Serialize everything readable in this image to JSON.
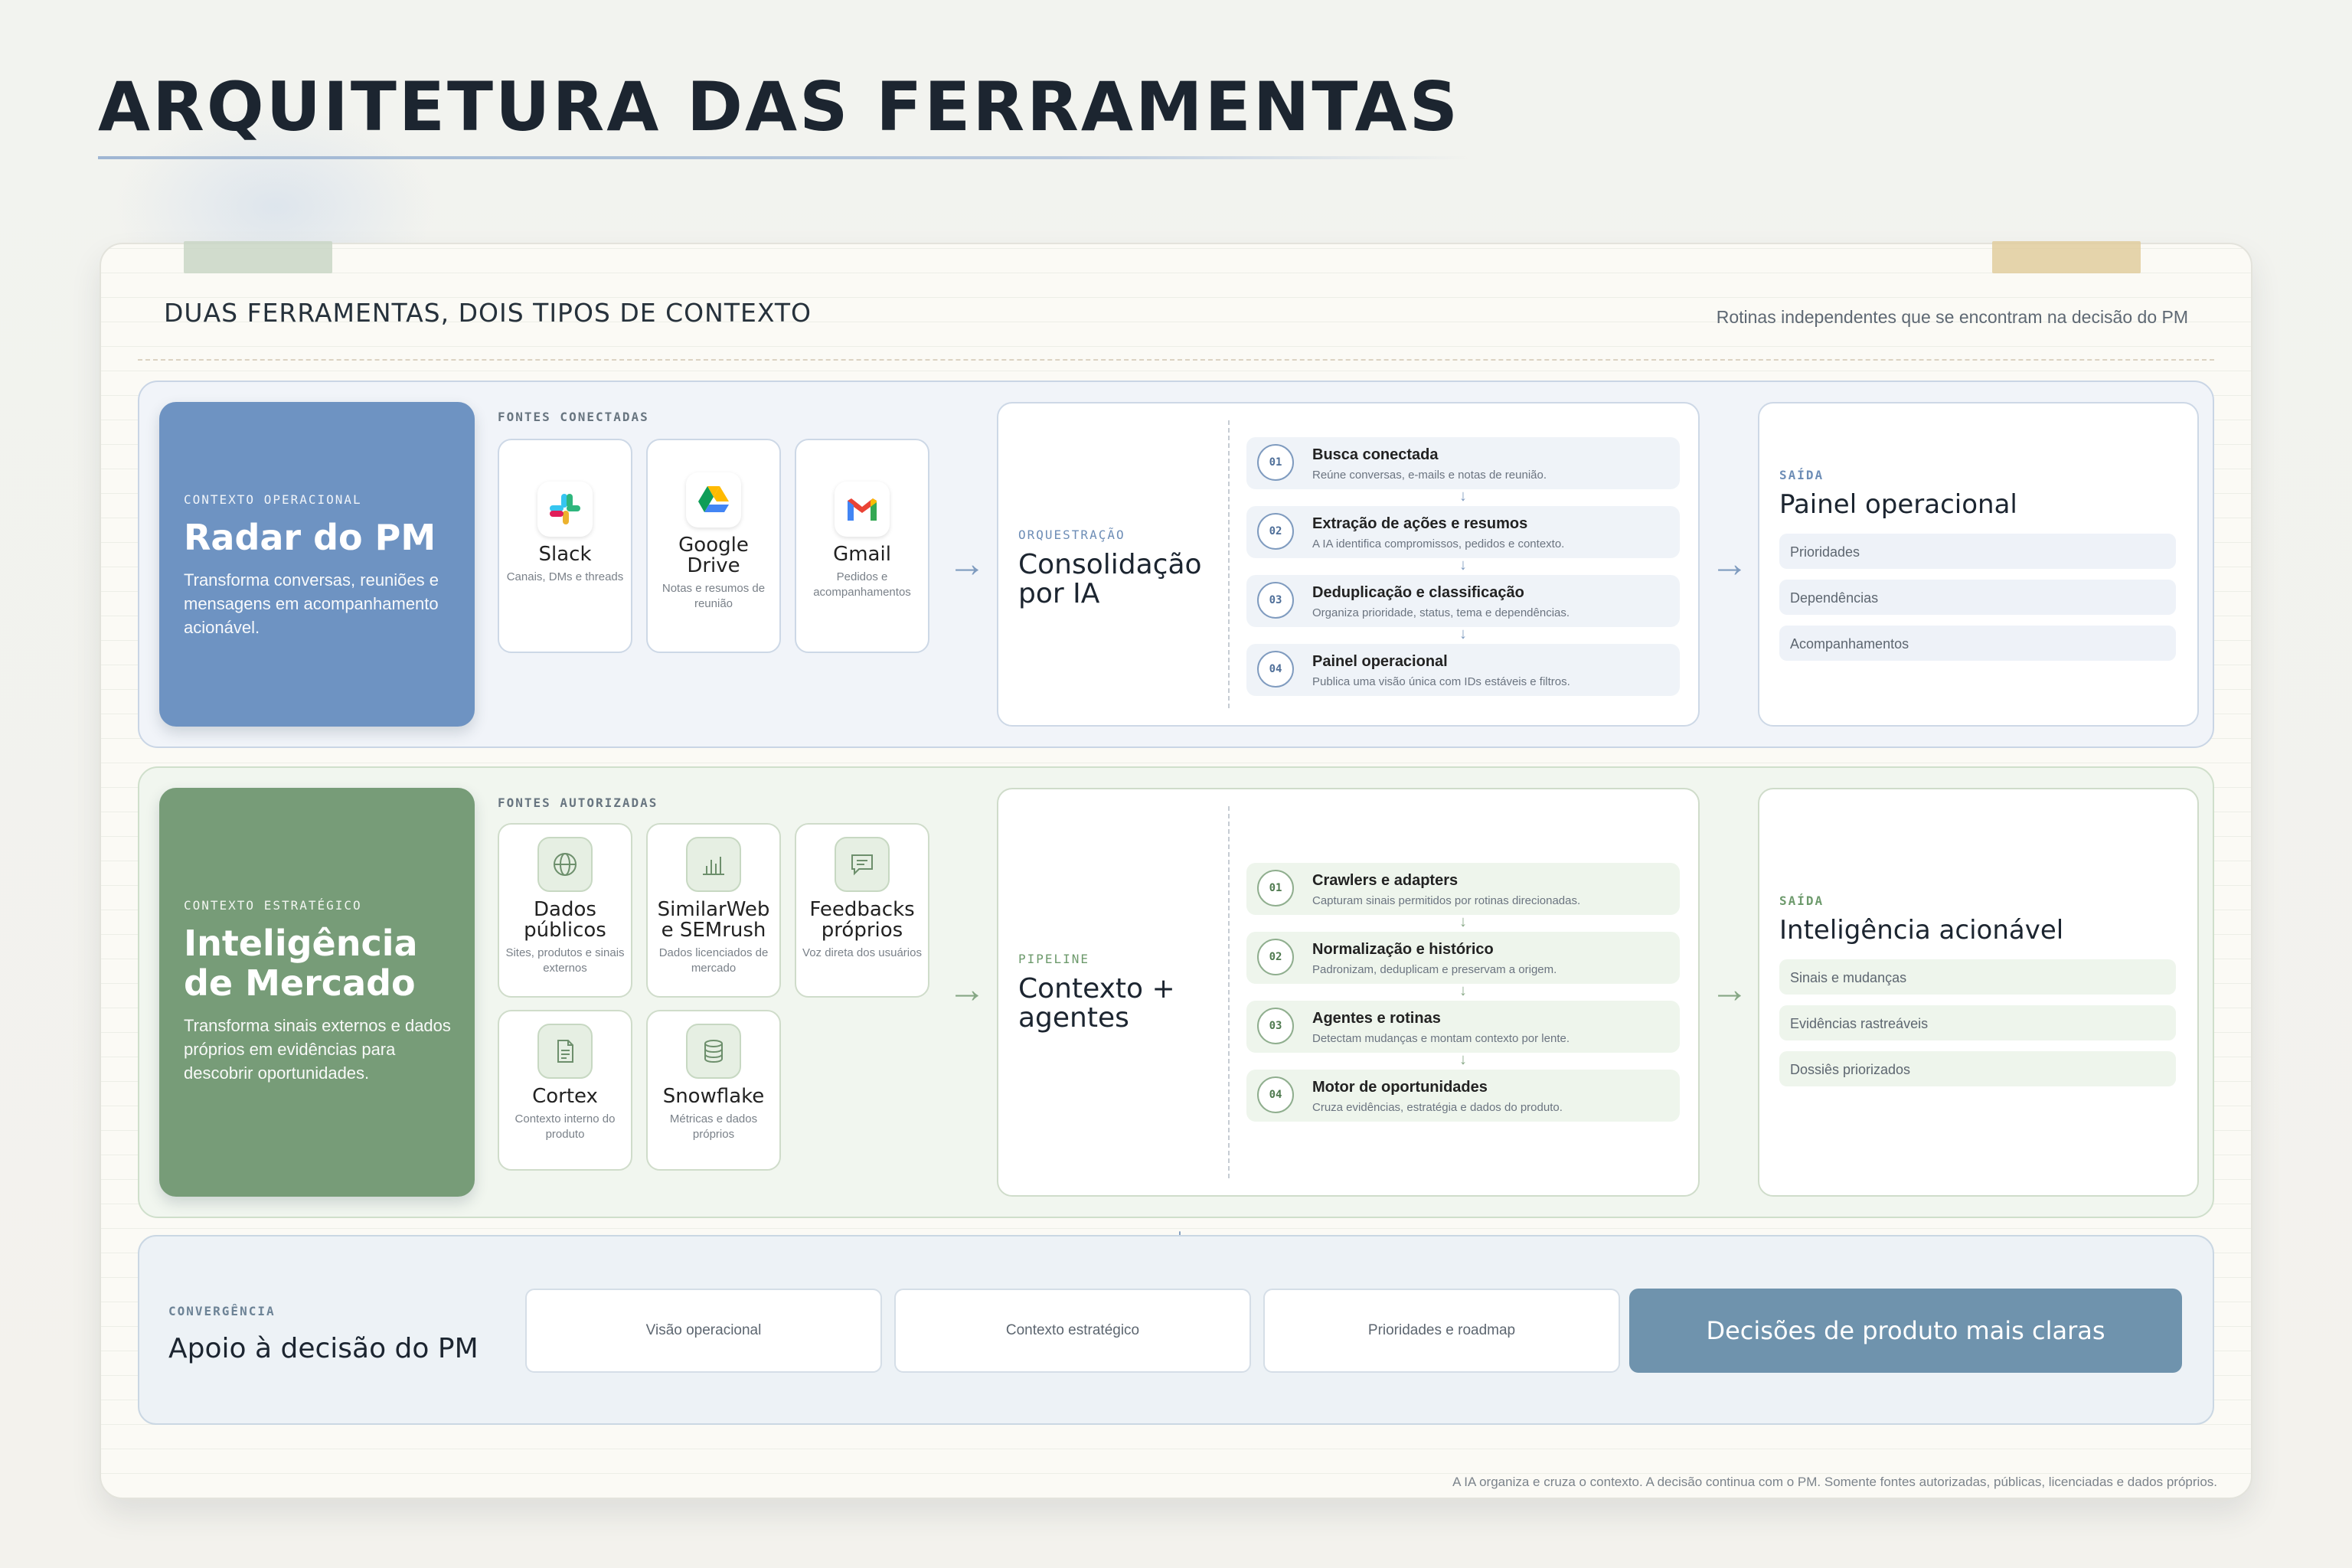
{
  "page": {
    "title": "ARQUITETURA DAS FERRAMENTAS"
  },
  "board": {
    "heading": "DUAS FERRAMENTAS, DOIS TIPOS DE CONTEXTO",
    "subheading": "Rotinas independentes que se encontram na decisão do PM",
    "footer": "A IA organiza e cruza o contexto. A decisão continua com o PM. Somente fontes autorizadas, públicas, licenciadas e dados próprios."
  },
  "radar": {
    "tag": "CONTEXTO OPERACIONAL",
    "name": "Radar do PM",
    "description": "Transforma conversas, reuniões e mensagens em acompanhamento acionável.",
    "sources_label": "FONTES CONECTADAS",
    "sources": [
      {
        "name": "Slack",
        "desc": "Canais, DMs e threads",
        "icon": "slack-icon"
      },
      {
        "name": "Google Drive",
        "desc": "Notas e resumos de reunião",
        "icon": "google-drive-icon"
      },
      {
        "name": "Gmail",
        "desc": "Pedidos e acompanhamentos",
        "icon": "gmail-icon"
      }
    ],
    "process_tag": "ORQUESTRAÇÃO",
    "process_name": "Consolidação por IA",
    "steps": [
      {
        "num": "01",
        "title": "Busca conectada",
        "desc": "Reúne conversas, e-mails e notas de reunião."
      },
      {
        "num": "02",
        "title": "Extração de ações e resumos",
        "desc": "A IA identifica compromissos, pedidos e contexto."
      },
      {
        "num": "03",
        "title": "Deduplicação e classificação",
        "desc": "Organiza prioridade, status, tema e dependências."
      },
      {
        "num": "04",
        "title": "Painel operacional",
        "desc": "Publica uma visão única com IDs estáveis e filtros."
      }
    ],
    "output_tag": "SAÍDA",
    "output_title": "Painel operacional",
    "outputs": [
      "Prioridades",
      "Dependências",
      "Acompanhamentos"
    ]
  },
  "market": {
    "tag": "CONTEXTO ESTRATÉGICO",
    "name": "Inteligência de Mercado",
    "description": "Transforma sinais externos e dados próprios em evidências para descobrir oportunidades.",
    "sources_label": "FONTES AUTORIZADAS",
    "sources": [
      {
        "name": "Dados públicos",
        "desc": "Sites, produtos e sinais externos",
        "icon": "globe-icon"
      },
      {
        "name": "SimilarWeb e SEMrush",
        "desc": "Dados licenciados de mercado",
        "icon": "bar-chart-icon"
      },
      {
        "name": "Feedbacks próprios",
        "desc": "Voz direta dos usuários",
        "icon": "chat-icon"
      },
      {
        "name": "Cortex",
        "desc": "Contexto interno do produto",
        "icon": "document-icon"
      },
      {
        "name": "Snowflake",
        "desc": "Métricas e dados próprios",
        "icon": "database-icon"
      }
    ],
    "process_tag": "PIPELINE",
    "process_name": "Contexto + agentes",
    "steps": [
      {
        "num": "01",
        "title": "Crawlers e adapters",
        "desc": "Capturam sinais permitidos por rotinas direcionadas."
      },
      {
        "num": "02",
        "title": "Normalização e histórico",
        "desc": "Padronizam, deduplicam e preservam a origem."
      },
      {
        "num": "03",
        "title": "Agentes e rotinas",
        "desc": "Detectam mudanças e montam contexto por lente."
      },
      {
        "num": "04",
        "title": "Motor de oportunidades",
        "desc": "Cruza evidências, estratégia e dados do produto."
      }
    ],
    "output_tag": "SAÍDA",
    "output_title": "Inteligência acionável",
    "outputs": [
      "Sinais e mudanças",
      "Evidências rastreáveis",
      "Dossiês priorizados"
    ]
  },
  "convergence": {
    "tag": "CONVERGÊNCIA",
    "name": "Apoio à decisão do PM",
    "items": [
      "Visão operacional",
      "Contexto estratégico",
      "Prioridades e roadmap"
    ],
    "result": "Decisões de produto mais claras"
  },
  "colors": {
    "radar": "#6e93c2",
    "market": "#779c78",
    "result": "#6f93ad"
  }
}
